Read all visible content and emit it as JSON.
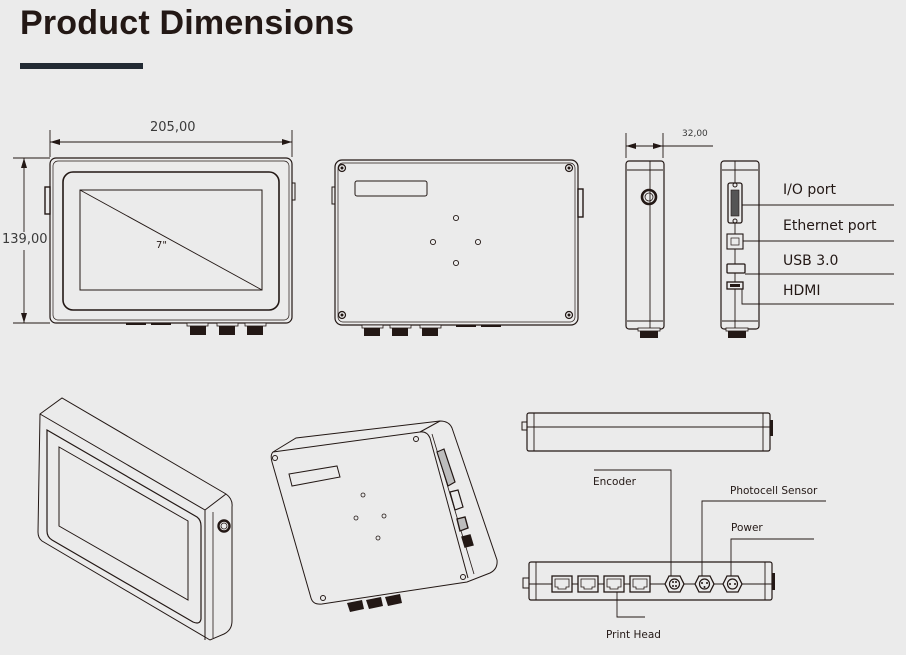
{
  "header": {
    "title": "Product Dimensions",
    "underline_color": "#222a33"
  },
  "front_view": {
    "width_dimension": "205,00",
    "height_dimension": "139,00",
    "screen_size": "7\""
  },
  "side_view": {
    "depth_dimension": "32,00"
  },
  "side_ports": {
    "labels": [
      "I/O  port",
      "Ethernet port",
      "USB 3.0",
      "HDMI"
    ]
  },
  "bottom_connectors": {
    "encoder": "Encoder",
    "photocell": "Photocell Sensor",
    "power": "Power",
    "print_head": "Print Head"
  },
  "colors": {
    "background": "#ebebeb",
    "line": "#231815",
    "text": "#231815"
  }
}
